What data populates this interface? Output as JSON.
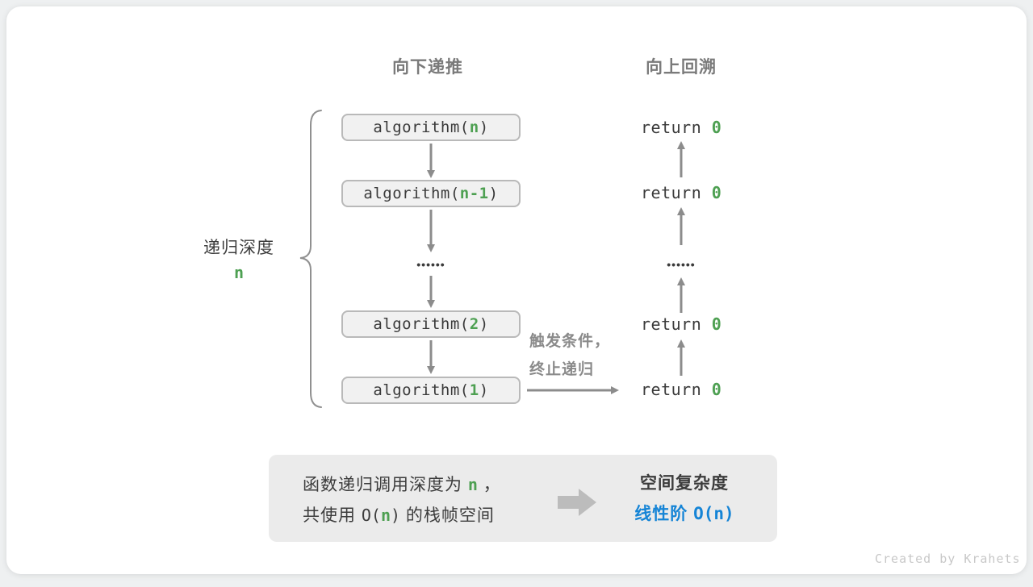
{
  "headers": {
    "descend": "向下递推",
    "backtrack": "向上回溯"
  },
  "depth_label": {
    "text": "递归深度",
    "value": "n"
  },
  "stack": {
    "boxes": [
      {
        "pre": "algorithm(",
        "arg": "n",
        "post": ")"
      },
      {
        "pre": "algorithm(",
        "arg": "n-1",
        "post": ")"
      },
      {
        "pre": "algorithm(",
        "arg": "2",
        "post": ")"
      },
      {
        "pre": "algorithm(",
        "arg": "1",
        "post": ")"
      }
    ],
    "ellipsis": "••••••"
  },
  "returns": {
    "rows": [
      {
        "pre": "return ",
        "val": "0"
      },
      {
        "pre": "return ",
        "val": "0"
      },
      {
        "pre": "return ",
        "val": "0"
      },
      {
        "pre": "return ",
        "val": "0"
      }
    ],
    "ellipsis": "••••••"
  },
  "base_case_note": {
    "line1": "触发条件，",
    "line2": "终止递归"
  },
  "summary": {
    "line1": {
      "pre": "函数递归调用深度为 ",
      "n": "n",
      "post": " ，"
    },
    "line2": {
      "pre": "共使用 ",
      "open": "O(",
      "n": "n",
      "close": ")",
      "post": " 的栈帧空间"
    },
    "title": "空间复杂度",
    "result_label": "线性阶",
    "result_formula": "O(n)"
  },
  "watermark": "Created by Krahets",
  "colors": {
    "green": "#4ea052",
    "blue": "#1584d6",
    "arrow_gray": "#8c8c8c"
  }
}
